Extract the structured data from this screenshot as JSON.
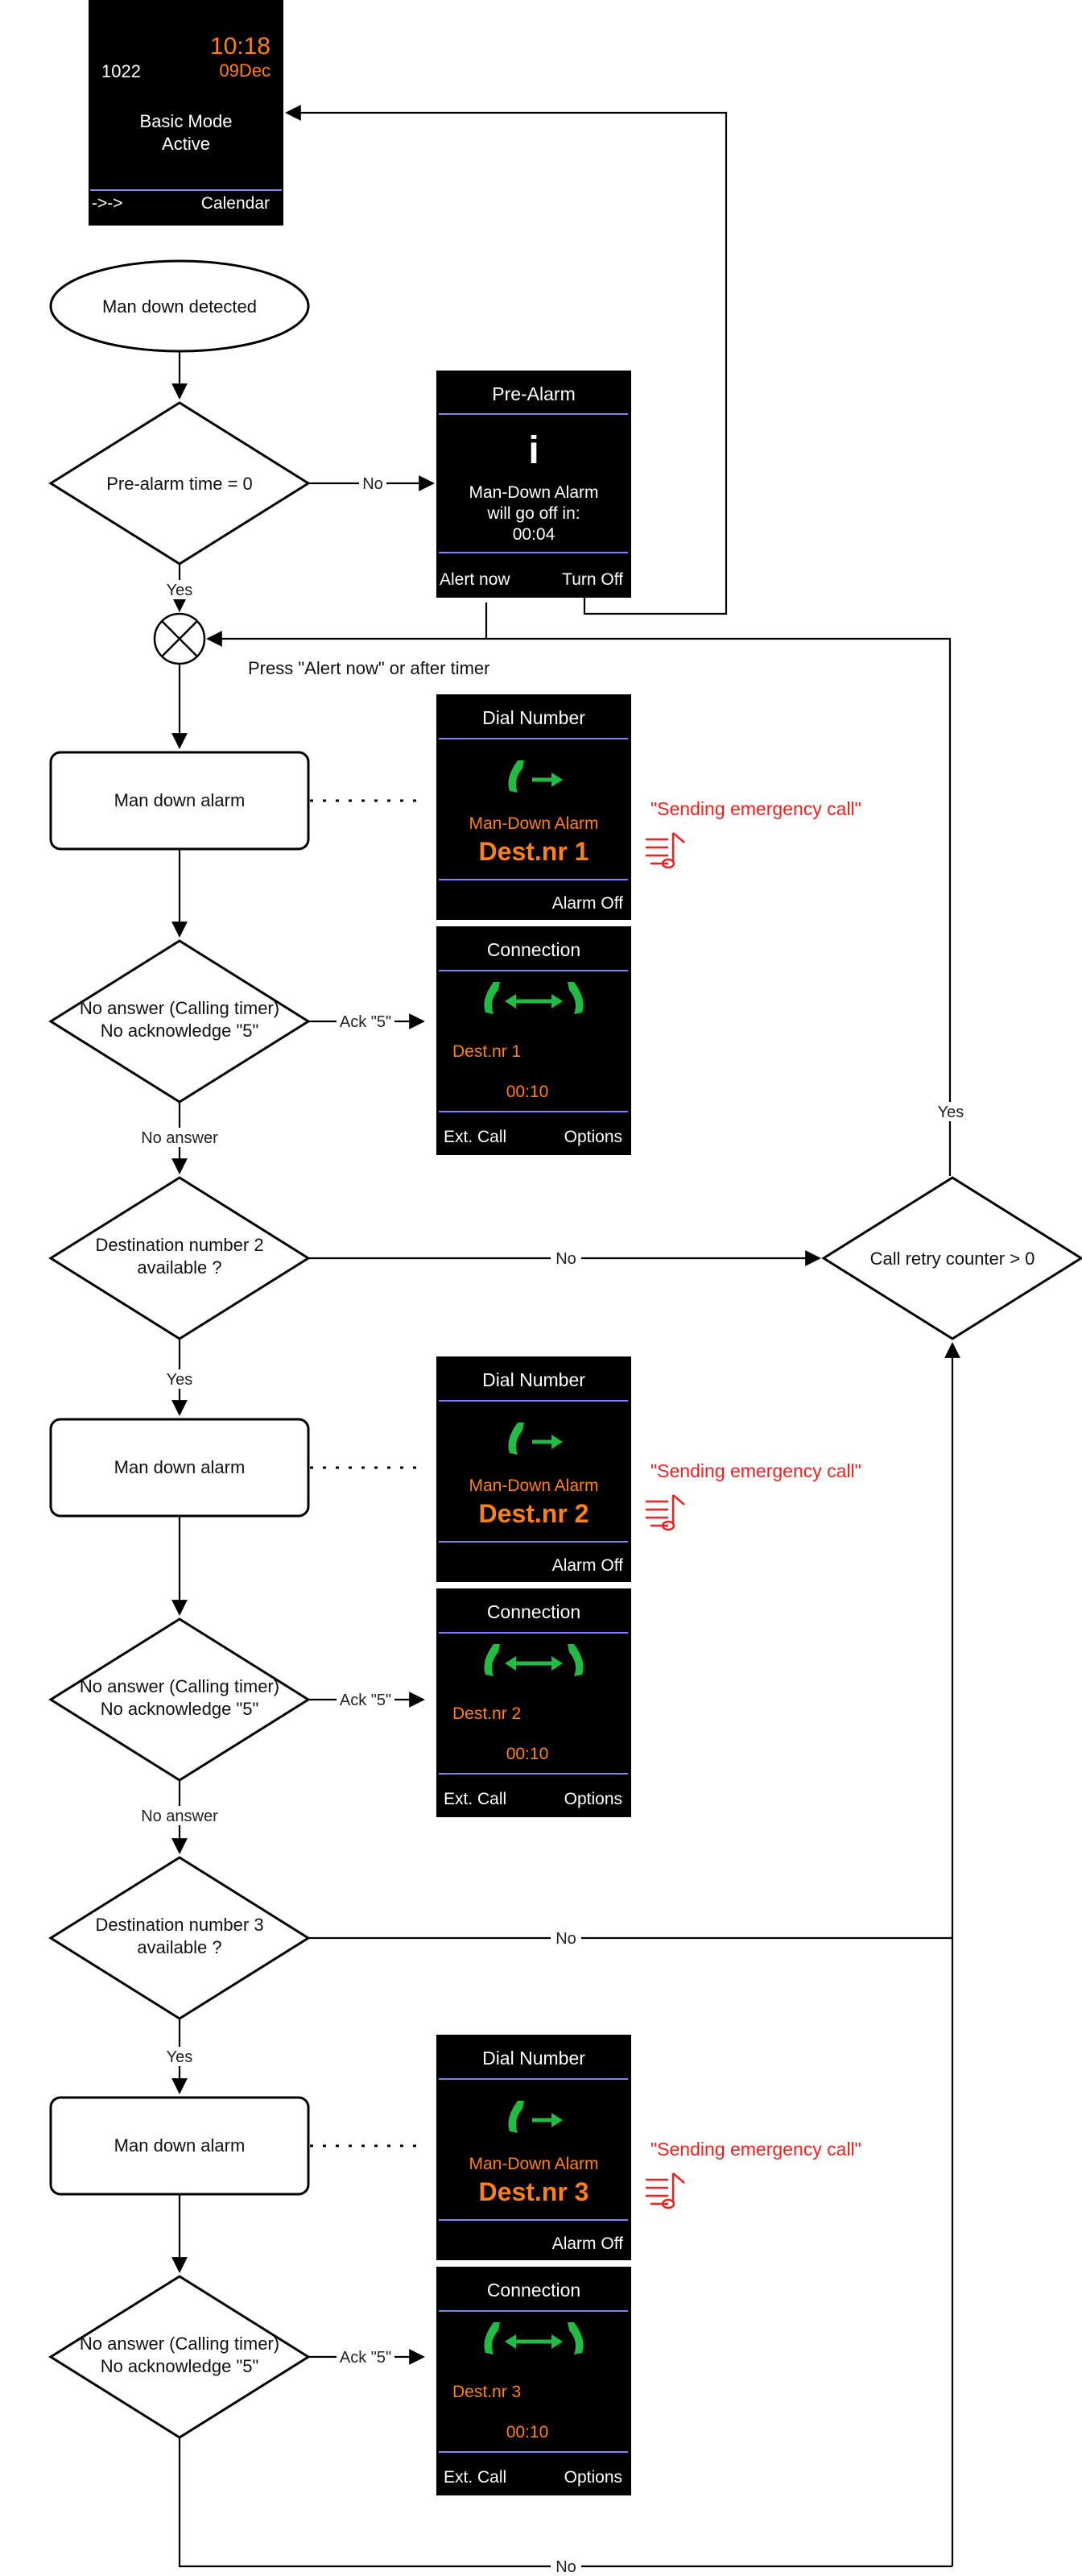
{
  "home_screen": {
    "number": "1022",
    "time": "10:18",
    "date": "09Dec",
    "status_line1": "Basic Mode",
    "status_line2": "Active",
    "soft_left": "->->",
    "soft_right": "Calendar"
  },
  "nodes": {
    "start": "Man down detected",
    "prealarm_decision": "Pre-alarm time = 0",
    "alarm": "Man down alarm",
    "no_answer_line1": "No answer (Calling timer)",
    "no_answer_line2": "No acknowledge \"5\"",
    "dest2_line1": "Destination number 2",
    "dest2_line2": "available ?",
    "dest3_line1": "Destination number 3",
    "dest3_line2": "available ?",
    "retry": "Call retry counter > 0"
  },
  "edge_labels": {
    "no": "No",
    "yes": "Yes",
    "ack5": "Ack \"5\"",
    "no_answer": "No answer",
    "press_alert": "Press \"Alert now\" or after timer"
  },
  "prealarm_screen": {
    "title": "Pre-Alarm",
    "icon": "info-icon",
    "icon_glyph": "i",
    "line1": "Man-Down Alarm",
    "line2": "will go off in:",
    "countdown": "00:04",
    "soft_left": "Alert now",
    "soft_right": "Turn Off"
  },
  "dial_screen": {
    "title": "Dial Number",
    "subtitle": "Man-Down Alarm",
    "dest1": "Dest.nr 1",
    "dest2": "Dest.nr 2",
    "dest3": "Dest.nr 3",
    "soft_right": "Alarm Off",
    "icon": "outgoing-call-icon"
  },
  "connection_screen": {
    "title": "Connection",
    "dest1": "Dest.nr 1",
    "dest2": "Dest.nr 2",
    "dest3": "Dest.nr 3",
    "timer": "00:10",
    "soft_left": "Ext. Call",
    "soft_right": "Options",
    "icon": "connected-call-icon"
  },
  "sending_call_text": "\"Sending emergency call\"",
  "colors": {
    "screen_bg": "#000000",
    "divider": "#8080ff",
    "accent_orange": "#ff7f1a",
    "call_green": "#22bb44",
    "alert_red": "#ee2222"
  }
}
